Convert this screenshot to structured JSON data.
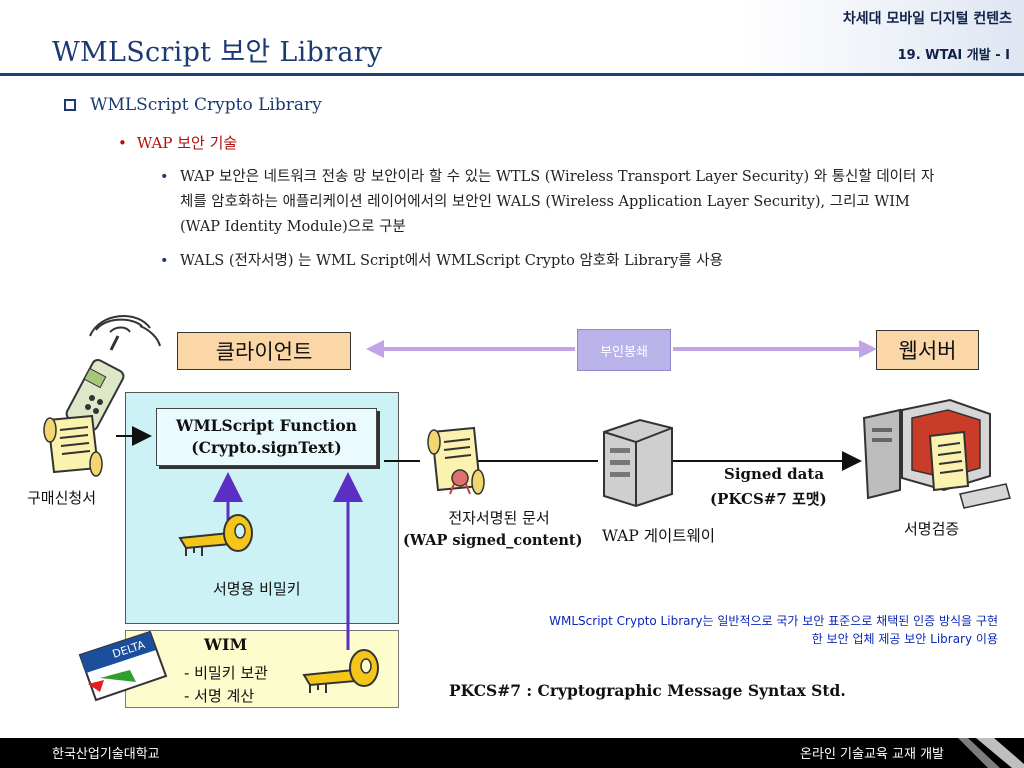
{
  "header": {
    "slide_title": "WMLScript 보안 Library",
    "course_title": "차세대 모바일 디지털 컨텐츠",
    "chapter_title": "19. WTAI 개발 - I"
  },
  "content": {
    "bullet_l1": "WMLScript Crypto Library",
    "bullet_l2": "WAP 보안 기술",
    "bullet_l3": [
      "WAP 보안은 네트워크 전송 망 보안이라 할 수 있는 WTLS (Wireless Transport Layer Security) 와 통신할 데이터 자체를 암호화하는 애플리케이션 레이어에서의 보안인 WALS (Wireless Application Layer Security), 그리고 WIM (WAP Identity Module)으로 구분",
      "WALS (전자서명) 는 WML Script에서 WMLScript Crypto 암호화 Library를 사용"
    ]
  },
  "diagram": {
    "client_label": "클라이언트",
    "server_label": "웹서버",
    "nonrepudiation_label": "부인봉쇄",
    "purchase_label": "구매신청서",
    "function_line1": "WMLScript Function",
    "function_line2": "(Crypto.signText)",
    "private_key_label": "서명용 비밀키",
    "wim_title": "WIM",
    "wim_item1": "- 비밀키 보관",
    "wim_item2": "- 서명 계산",
    "card_label": "DELTA",
    "signed_doc_line1": "전자서명된 문서",
    "signed_doc_line2": "(WAP signed_content)",
    "gateway_label": "WAP 게이트웨이",
    "signed_data_line1": "Signed data",
    "signed_data_line2": "(PKCS#7 포맷)",
    "verify_label": "서명검증",
    "note": "WMLScript Crypto Library는 일반적으로 국가 보안 표준으로 채택된 인증 방식을 구현한 보안 업체 제공 보안 Library 이용",
    "pkcs_note": "PKCS#7 : Cryptographic Message Syntax Std.",
    "colors": {
      "title_blue": "#1b3973",
      "label_orange": "#fbd7a8",
      "arrow_purple": "#c1a4e6",
      "key_yellow": "#f4c61a",
      "note_blue": "#0a27b8"
    }
  },
  "footer": {
    "left": "한국산업기술대학교",
    "right": "온라인 기술교육 교재 개발"
  }
}
